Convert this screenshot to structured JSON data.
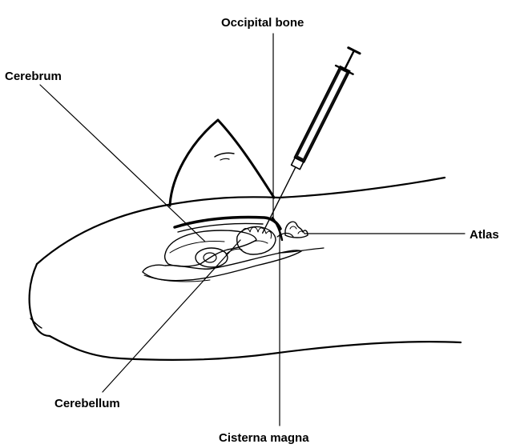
{
  "labels": {
    "occipital_bone": "Occipital  bone",
    "cerebrum": "Cerebrum",
    "atlas": "Atlas",
    "cerebellum": "Cerebellum",
    "cisterna_magna": "Cisterna magna"
  },
  "colors": {
    "ink": "#000000",
    "background": "#ffffff",
    "syringe_barrel": "#111111"
  }
}
